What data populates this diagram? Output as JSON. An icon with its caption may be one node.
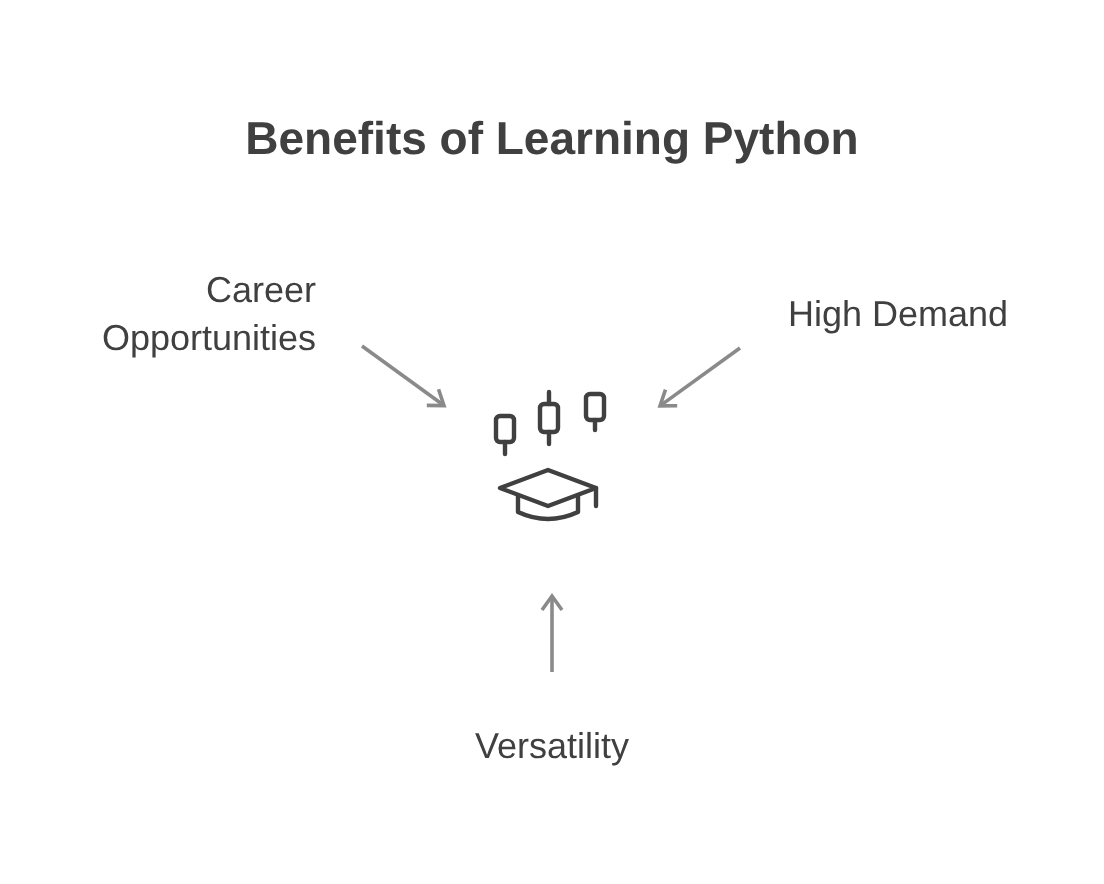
{
  "diagram": {
    "title": "Benefits of Learning Python",
    "nodes": [
      {
        "text": [],
        "shape": "picture"
      },
      {
        "text": [
          "Career Opportunities"
        ]
      },
      {
        "text": [
          "High Demand"
        ]
      },
      {
        "text": [
          "Versatility"
        ]
      }
    ],
    "edges": [
      {
        "from": 1,
        "to": 0,
        "arrow": "to"
      },
      {
        "from": 2,
        "to": 0,
        "arrow": "to"
      },
      {
        "from": 3,
        "to": 0,
        "arrow": "to"
      }
    ]
  }
}
